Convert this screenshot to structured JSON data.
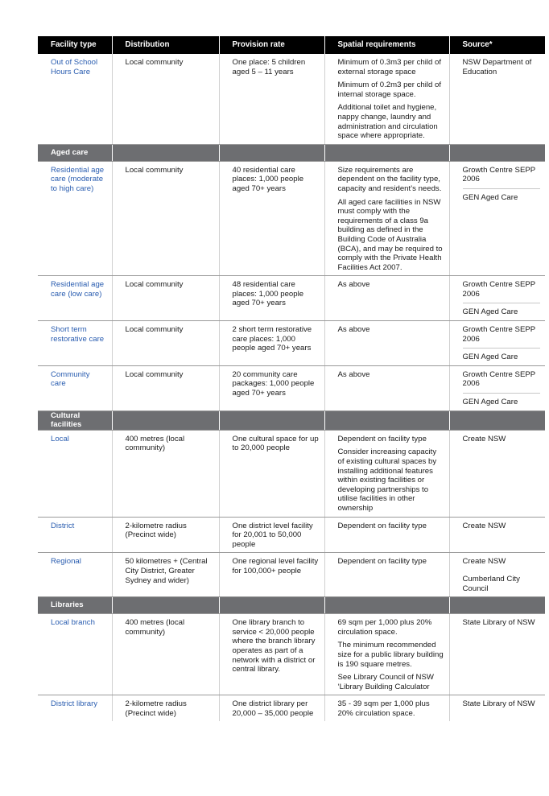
{
  "headers": [
    "Facility type",
    "Distribution",
    "Provision rate",
    "Spatial requirements",
    "Source*"
  ],
  "rows": [
    {
      "kind": "data",
      "facility": "Out of School Hours Care",
      "distribution": "Local community",
      "provision": "One place: 5 children aged 5 – 11 years",
      "spatial": [
        "Minimum of 0.3m3 per child of external storage space",
        "Minimum of 0.2m3 per child of internal storage space.",
        "Additional toilet and hygiene, nappy change, laundry and administration and circulation space where appropriate."
      ],
      "source": [
        "NSW Department of Education"
      ]
    },
    {
      "kind": "section",
      "label": "Aged care"
    },
    {
      "kind": "data",
      "facility": "Residential age care (moderate to high care)",
      "distribution": "Local community",
      "provision": "40 residential care places: 1,000 people aged 70+ years",
      "spatial": [
        "Size requirements are dependent on the facility type, capacity and resident’s needs.",
        "All aged care facilities in NSW must comply with the requirements of a class 9a building as defined in the Building Code of Australia (BCA), and may be required to comply with the Private Health Facilities Act 2007."
      ],
      "source": [
        "Growth Centre SEPP 2006",
        "GEN Aged Care"
      ]
    },
    {
      "kind": "data",
      "facility": "Residential age care (low care)",
      "distribution": "Local community",
      "provision": "48 residential care places: 1,000 people aged 70+ years",
      "spatial": [
        "As above"
      ],
      "source": [
        "Growth Centre SEPP 2006",
        "GEN Aged Care"
      ]
    },
    {
      "kind": "data",
      "facility": "Short term restorative care",
      "distribution": "Local community",
      "provision": "2 short term restorative care places: 1,000 people aged 70+ years",
      "spatial": [
        "As above"
      ],
      "source": [
        "Growth Centre SEPP 2006",
        "GEN Aged Care"
      ]
    },
    {
      "kind": "data",
      "facility": "Community care",
      "distribution": "Local community",
      "provision": "20 community care packages: 1,000 people aged 70+ years",
      "spatial": [
        "As above"
      ],
      "source": [
        "Growth Centre SEPP 2006",
        "GEN Aged Care"
      ]
    },
    {
      "kind": "section",
      "label": "Cultural facilities"
    },
    {
      "kind": "data",
      "facility": "Local",
      "distribution": "400 metres (local community)",
      "provision": "One cultural space for up to 20,000 people",
      "spatial": [
        "Dependent on facility type",
        "Consider increasing capacity of existing cultural spaces by installing additional features within existing facilities or developing partnerships to utilise facilities in other ownership"
      ],
      "source": [
        "Create NSW"
      ]
    },
    {
      "kind": "data",
      "facility": "District",
      "distribution": "2-kilometre radius (Precinct wide)",
      "provision": "One district level facility for 20,001 to 50,000 people",
      "spatial": [
        "Dependent on facility type"
      ],
      "source": [
        "Create NSW"
      ]
    },
    {
      "kind": "data",
      "facility": "Regional",
      "distribution": "50 kilometres + (Central City District, Greater Sydney and wider)",
      "provision": "One regional level facility for 100,000+ people",
      "spatial": [
        "Dependent on facility type"
      ],
      "source": [
        "Create NSW",
        "Cumberland City Council"
      ],
      "flat": true
    },
    {
      "kind": "section",
      "label": "Libraries"
    },
    {
      "kind": "data",
      "facility": "Local branch",
      "distribution": "400 metres (local community)",
      "provision": "One library branch to service < 20,000 people where the branch library operates as part of a network with a district or central library.",
      "spatial": [
        "69 sqm per 1,000 plus 20% circulation space.",
        "The minimum recommended size for a public library building is 190 square metres.",
        "See Library Council of NSW ‘Library Building Calculator"
      ],
      "source": [
        "State Library of NSW"
      ]
    },
    {
      "kind": "data",
      "facility": "District library",
      "distribution": "2-kilometre radius (Precinct wide)",
      "provision": "One district library per 20,000 – 35,000 people",
      "spatial": [
        "35 - 39 sqm per 1,000 plus 20% circulation space."
      ],
      "source": [
        "State Library of NSW"
      ],
      "last": true
    }
  ]
}
